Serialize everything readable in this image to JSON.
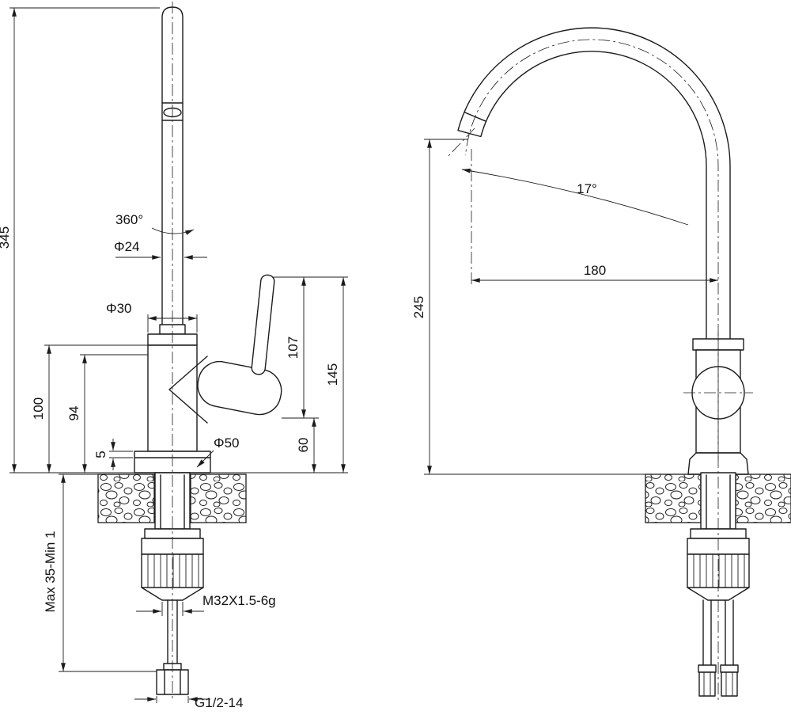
{
  "drawing": {
    "background": "#ffffff",
    "line_color": "#1c1c1c",
    "views": {
      "front": {
        "labels": {
          "overall_height": "345",
          "swivel": "360°",
          "spout_dia": "Φ24",
          "collar_dia": "Φ30",
          "handle_len": "107",
          "handle_top_height": "145",
          "body_height": "100",
          "body_height2": "94",
          "base_lip": "5",
          "base_dia": "Φ50",
          "handle_pivot_height": "60",
          "deck_thickness": "Max 35-Min 1",
          "shank_thread": "M32X1.5-6g",
          "inlet_thread": "G1/2-14"
        }
      },
      "side": {
        "labels": {
          "outlet_angle": "17°",
          "spout_reach": "180",
          "outlet_height": "245"
        }
      }
    }
  }
}
